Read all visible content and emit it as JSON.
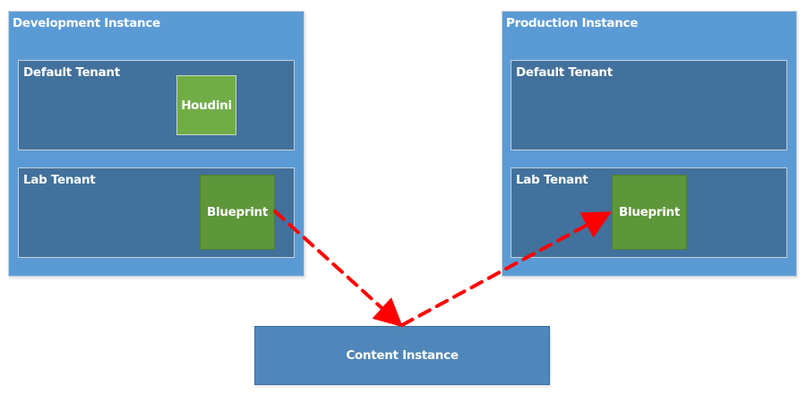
{
  "diagram": {
    "development": {
      "title": "Development Instance",
      "default_tenant": {
        "title": "Default Tenant",
        "item": "Houdini"
      },
      "lab_tenant": {
        "title": "Lab Tenant",
        "item": "Blueprint"
      }
    },
    "production": {
      "title": "Production Instance",
      "default_tenant": {
        "title": "Default Tenant"
      },
      "lab_tenant": {
        "title": "Lab Tenant",
        "item": "Blueprint"
      }
    },
    "content": {
      "title": "Content Instance"
    },
    "connections": [
      {
        "from": "Development Lab Tenant Blueprint",
        "to": "Content Instance",
        "style": "dashed",
        "color": "#ff0000"
      },
      {
        "from": "Content Instance",
        "to": "Production Lab Tenant Blueprint",
        "style": "dashed",
        "color": "#ff0000"
      }
    ]
  }
}
